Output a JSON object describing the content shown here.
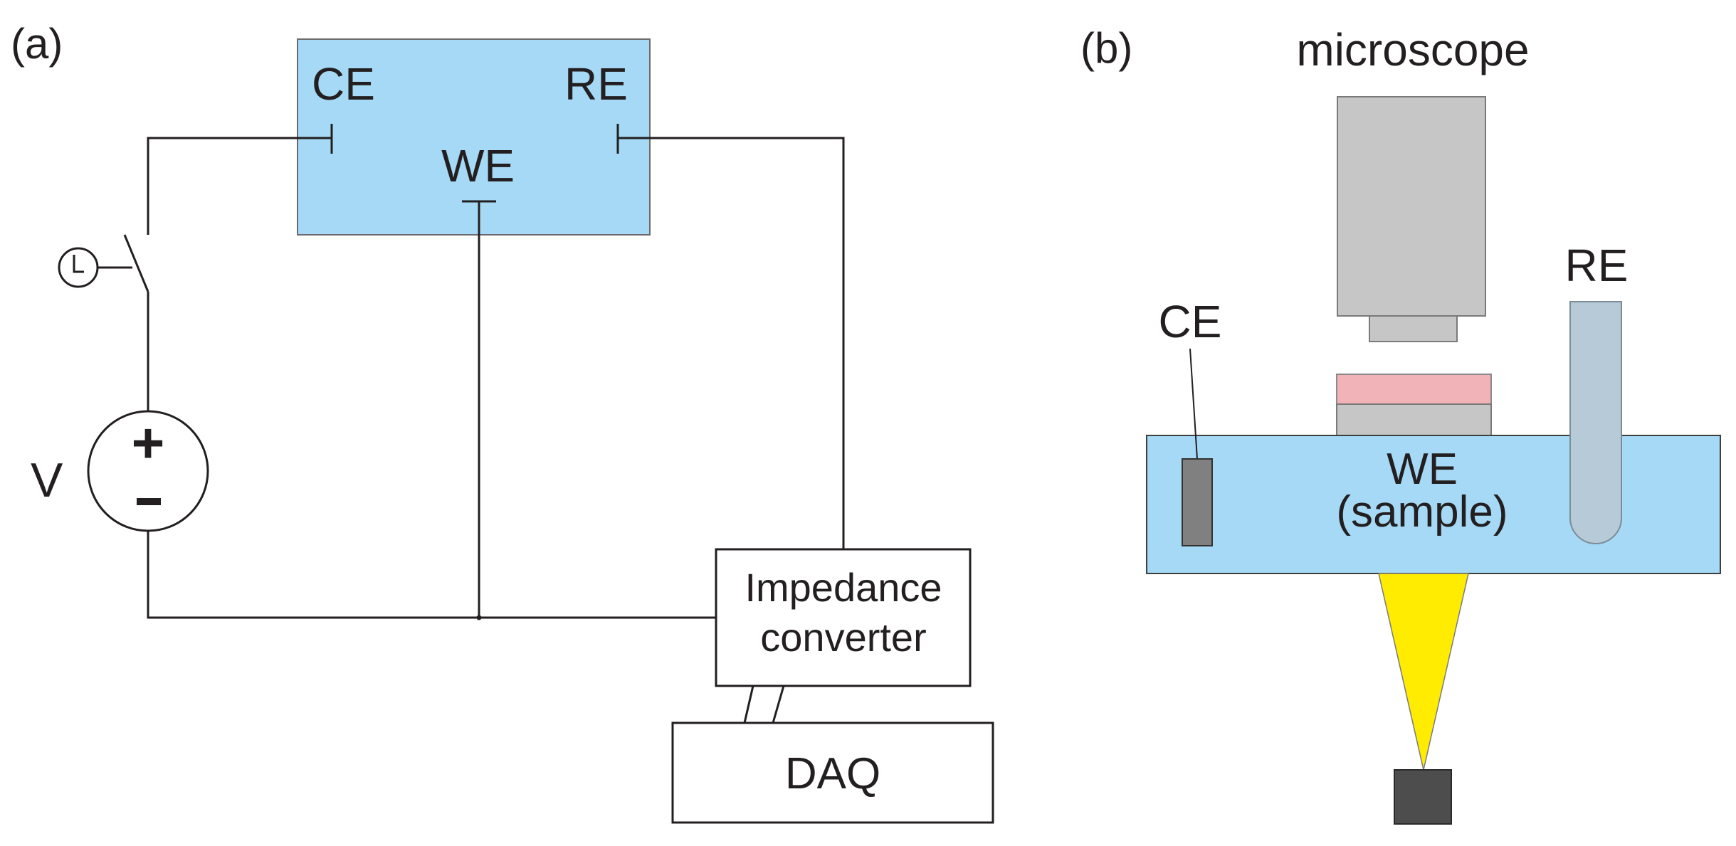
{
  "panel_a": {
    "tag": "(a)",
    "electrode_ce": "CE",
    "electrode_re": "RE",
    "electrode_we": "WE",
    "source_label": "V",
    "plus_sign": "+",
    "minus_sign": "-",
    "converter_line1": "Impedance",
    "converter_line2": "converter",
    "daq_label": "DAQ"
  },
  "panel_b": {
    "tag": "(b)",
    "microscope_label": "microscope",
    "ce_label": "CE",
    "re_label": "RE",
    "we_line1": "WE",
    "we_line2": "(sample)"
  },
  "colors": {
    "electrolyte": "#a5d9f5",
    "microscope_body": "#c6c6c6",
    "sample_layer": "#f2b3b8",
    "light_beam": "#ffec00",
    "counter_electrode": "#808080",
    "reference_tube": "#b6cad8",
    "detector": "#4d4d4d"
  }
}
